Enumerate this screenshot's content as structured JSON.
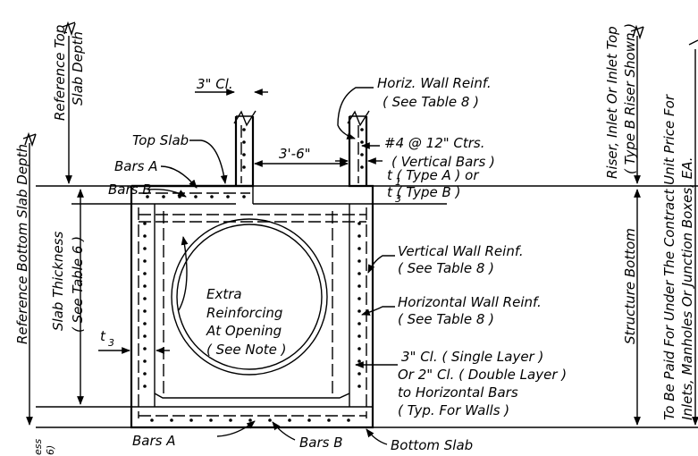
{
  "labels": {
    "top_slab": "Top Slab",
    "bars_a_top": "Bars A",
    "bars_b_top": "Bars B",
    "clear_3in": "3\" Cl.",
    "spacing": "3'-6\"",
    "horiz_wall_reinf_1": "Horiz. Wall Reinf.",
    "horiz_wall_reinf_2": "( See Table 8 )",
    "vertical_bars_1": "#4 @ 12\" Ctrs.",
    "vertical_bars_2": "( Vertical Bars )",
    "t1_type_a": "t  ( Type A ) or",
    "t1_sub": "1",
    "t3_type_b": "t  ( Type B )",
    "t3_sub": "3",
    "vertical_wall_reinf_1": "Vertical Wall Reinf.",
    "vertical_wall_reinf_2": "( See Table 8 )",
    "horizontal_wall_reinf_1": "Horizontal Wall Reinf.",
    "horizontal_wall_reinf_2": "( See Table 8 )",
    "extra_reinf_1": "Extra",
    "extra_reinf_2": "Reinforcing",
    "extra_reinf_3": "At Opening",
    "extra_reinf_4": "( See Note )",
    "clearance_1": "3\" Cl. ( Single Layer )",
    "clearance_2": "Or 2\" Cl. ( Double Layer )",
    "clearance_3": "to Horizontal Bars",
    "clearance_4": "( Typ. For Walls )",
    "t3_left": "t",
    "t3_left_sub": "3",
    "bars_a_bottom": "Bars A",
    "bars_b_bottom": "Bars B",
    "bottom_slab": "Bottom Slab"
  },
  "vertical_labels": {
    "reference_top_1": "Reference Top",
    "reference_top_2": "Slab Depth",
    "reference_bottom": "Reference Bottom  Slab Depth",
    "slab_thickness_1": "Slab Thickness",
    "slab_thickness_2": "( See Table 6 )",
    "slab_thickness_cut_1": "ess",
    "slab_thickness_cut_2": "6)",
    "riser_1": "Riser, Inlet Or Inlet Top",
    "riser_2": "( Type B Riser Shown )",
    "structure_bottom": "Structure Bottom",
    "paid_1": "To Be Paid For Under The Contract Unit Price For",
    "paid_2": "Inlets, Manholes Or Junction Boxes, EA."
  }
}
